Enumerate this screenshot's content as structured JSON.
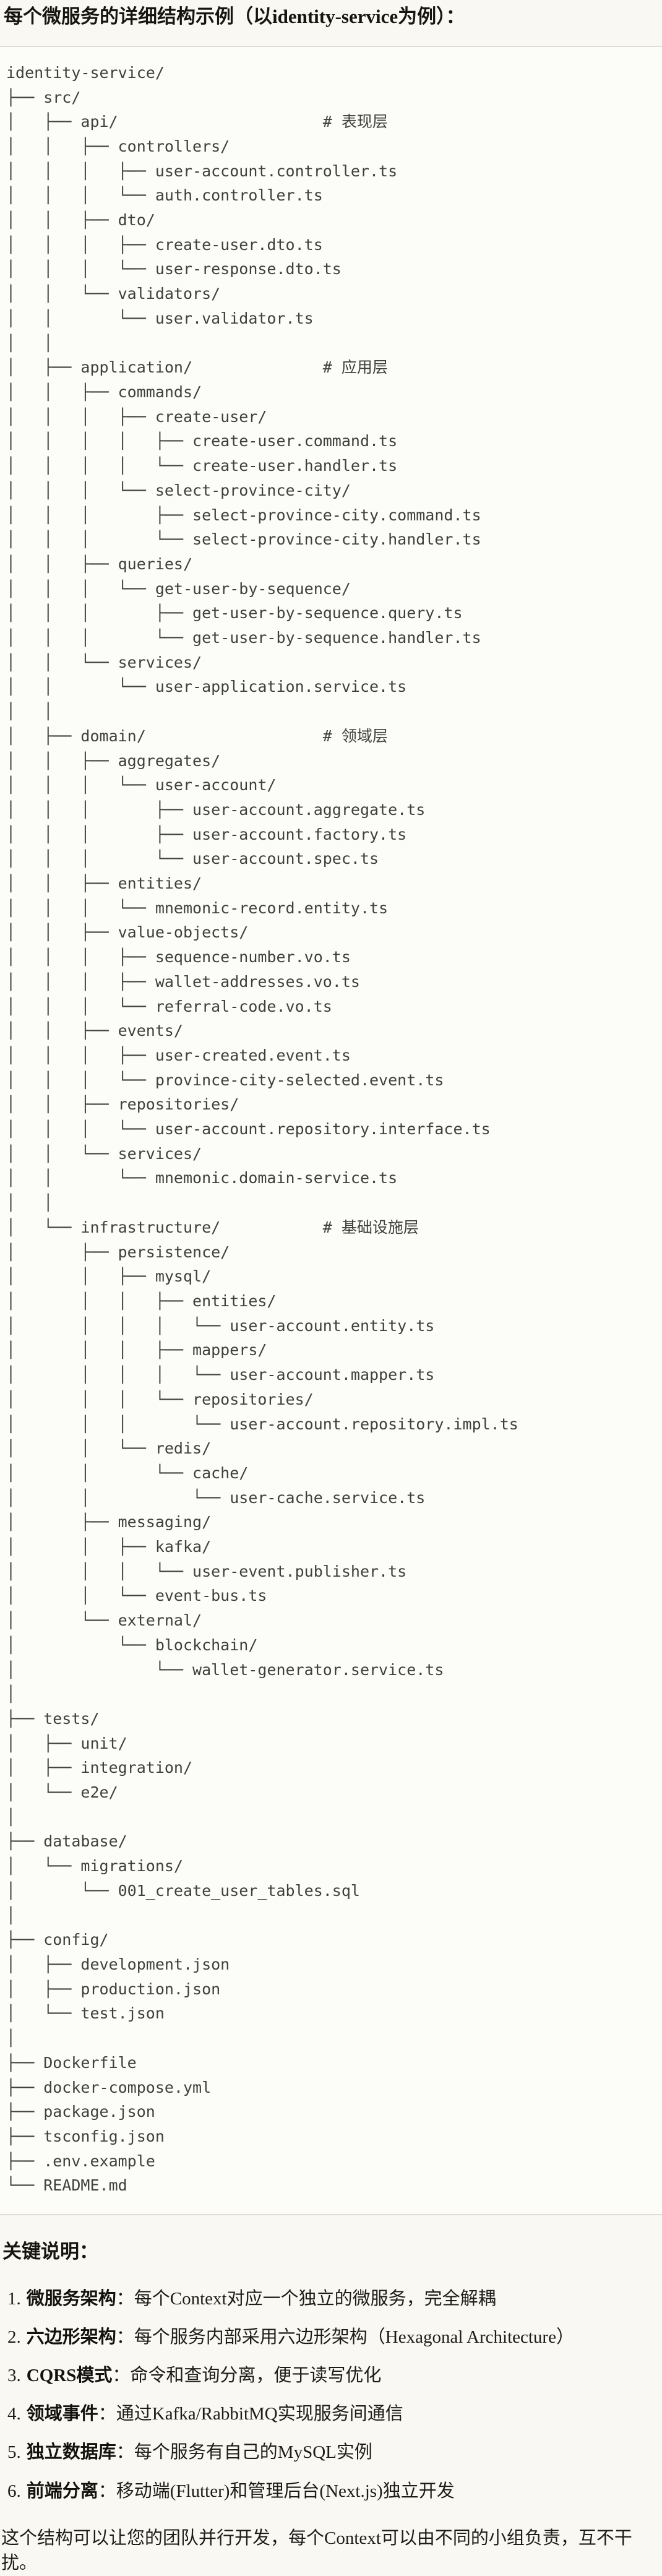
{
  "title": "每个微服务的详细结构示例（以identity-service为例）：",
  "key_notes_heading": "关键说明：",
  "closing_paragraph": "这个结构可以让您的团队并行开发，每个Context可以由不同的小组负责，互不干扰。",
  "colors": {
    "page_background": "#FAF8F2",
    "code_background": "#FCFCF9",
    "code_border": "#DFDDD5",
    "code_text": "#413F39",
    "body_text": "#1D1C19"
  },
  "tree_lines": [
    "identity-service/",
    "├── src/",
    "│   ├── api/                      # 表现层",
    "│   │   ├── controllers/",
    "│   │   │   ├── user-account.controller.ts",
    "│   │   │   └── auth.controller.ts",
    "│   │   ├── dto/",
    "│   │   │   ├── create-user.dto.ts",
    "│   │   │   └── user-response.dto.ts",
    "│   │   └── validators/",
    "│   │       └── user.validator.ts",
    "│   │",
    "│   ├── application/              # 应用层",
    "│   │   ├── commands/",
    "│   │   │   ├── create-user/",
    "│   │   │   │   ├── create-user.command.ts",
    "│   │   │   │   └── create-user.handler.ts",
    "│   │   │   └── select-province-city/",
    "│   │   │       ├── select-province-city.command.ts",
    "│   │   │       └── select-province-city.handler.ts",
    "│   │   ├── queries/",
    "│   │   │   └── get-user-by-sequence/",
    "│   │   │       ├── get-user-by-sequence.query.ts",
    "│   │   │       └── get-user-by-sequence.handler.ts",
    "│   │   └── services/",
    "│   │       └── user-application.service.ts",
    "│   │",
    "│   ├── domain/                   # 领域层",
    "│   │   ├── aggregates/",
    "│   │   │   └── user-account/",
    "│   │   │       ├── user-account.aggregate.ts",
    "│   │   │       ├── user-account.factory.ts",
    "│   │   │       └── user-account.spec.ts",
    "│   │   ├── entities/",
    "│   │   │   └── mnemonic-record.entity.ts",
    "│   │   ├── value-objects/",
    "│   │   │   ├── sequence-number.vo.ts",
    "│   │   │   ├── wallet-addresses.vo.ts",
    "│   │   │   └── referral-code.vo.ts",
    "│   │   ├── events/",
    "│   │   │   ├── user-created.event.ts",
    "│   │   │   └── province-city-selected.event.ts",
    "│   │   ├── repositories/",
    "│   │   │   └── user-account.repository.interface.ts",
    "│   │   └── services/",
    "│   │       └── mnemonic.domain-service.ts",
    "│   │",
    "│   └── infrastructure/           # 基础设施层",
    "│       ├── persistence/",
    "│       │   ├── mysql/",
    "│       │   │   ├── entities/",
    "│       │   │   │   └── user-account.entity.ts",
    "│       │   │   ├── mappers/",
    "│       │   │   │   └── user-account.mapper.ts",
    "│       │   │   └── repositories/",
    "│       │   │       └── user-account.repository.impl.ts",
    "│       │   └── redis/",
    "│       │       └── cache/",
    "│       │           └── user-cache.service.ts",
    "│       ├── messaging/",
    "│       │   ├── kafka/",
    "│       │   │   └── user-event.publisher.ts",
    "│       │   └── event-bus.ts",
    "│       └── external/",
    "│           └── blockchain/",
    "│               └── wallet-generator.service.ts",
    "│",
    "├── tests/",
    "│   ├── unit/",
    "│   ├── integration/",
    "│   └── e2e/",
    "│",
    "├── database/",
    "│   └── migrations/",
    "│       └── 001_create_user_tables.sql",
    "│",
    "├── config/",
    "│   ├── development.json",
    "│   ├── production.json",
    "│   └── test.json",
    "│",
    "├── Dockerfile",
    "├── docker-compose.yml",
    "├── package.json",
    "├── tsconfig.json",
    "├── .env.example",
    "└── README.md"
  ],
  "key_points": [
    {
      "num": "1.",
      "label": "微服务架构",
      "separator": "：",
      "text": "每个Context对应一个独立的微服务，完全解耦"
    },
    {
      "num": "2.",
      "label": "六边形架构",
      "separator": "：",
      "text": "每个服务内部采用六边形架构（Hexagonal Architecture）"
    },
    {
      "num": "3.",
      "label": "CQRS模式",
      "separator": "：",
      "text": "命令和查询分离，便于读写优化"
    },
    {
      "num": "4.",
      "label": "领域事件",
      "separator": "：",
      "text": "通过Kafka/RabbitMQ实现服务间通信"
    },
    {
      "num": "5.",
      "label": "独立数据库",
      "separator": "：",
      "text": "每个服务有自己的MySQL实例"
    },
    {
      "num": "6.",
      "label": "前端分离",
      "separator": "：",
      "text": "移动端(Flutter)和管理后台(Next.js)独立开发"
    }
  ]
}
